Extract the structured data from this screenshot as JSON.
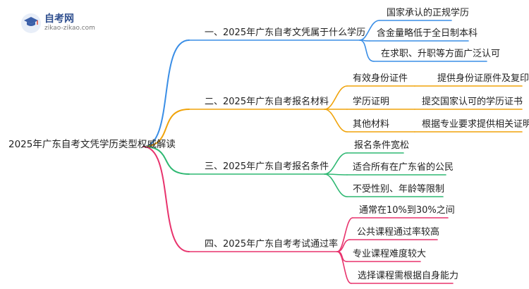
{
  "logo": {
    "title": "自考网",
    "subtitle": "zikao-zikao.com",
    "icon": "graduation-cap-icon"
  },
  "mindmap": {
    "root": "2025年广东自考文凭学历类型权威解读",
    "branches": [
      {
        "label": "一、2025年广东自考文凭属于什么学历",
        "color": "#3a8ee6",
        "children": [
          {
            "label": "国家承认的正规学历"
          },
          {
            "label": "含金量略低于全日制本科"
          },
          {
            "label": "在求职、升职等方面广泛认可"
          }
        ]
      },
      {
        "label": "二、2025年广东自考报名材料",
        "color": "#f0a30a",
        "children": [
          {
            "label": "有效身份证件",
            "detail": "提供身份证原件及复印件"
          },
          {
            "label": "学历证明",
            "detail": "提交国家认可的学历证书"
          },
          {
            "label": "其他材料",
            "detail": "根据专业要求提供相关证明"
          }
        ]
      },
      {
        "label": "三、2025年广东自考报名条件",
        "color": "#2eb872",
        "children": [
          {
            "label": "报名条件宽松"
          },
          {
            "label": "适合所有在广东省的公民"
          },
          {
            "label": "不受性别、年龄等限制"
          }
        ]
      },
      {
        "label": "四、2025年广东自考考试通过率",
        "color": "#e8336d",
        "children": [
          {
            "label": "通常在10%到30%之间"
          },
          {
            "label": "公共课程通过率较高"
          },
          {
            "label": "专业课程难度较大"
          },
          {
            "label": "选择课程需根据自身能力"
          }
        ]
      }
    ]
  }
}
